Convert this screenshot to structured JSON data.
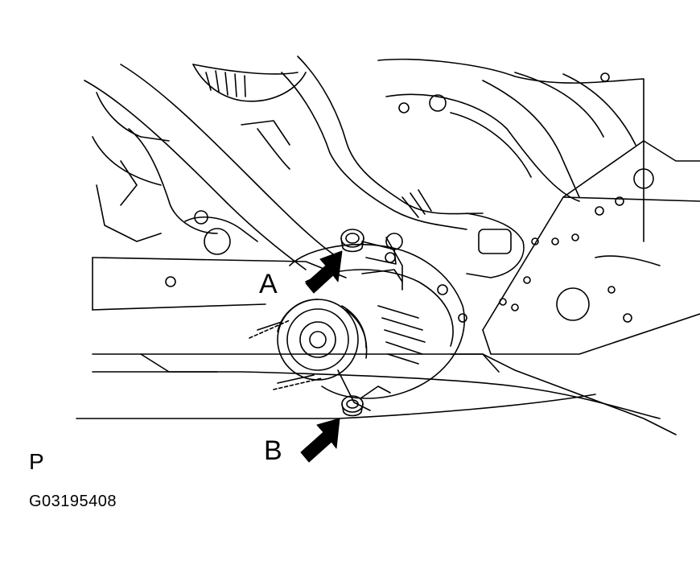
{
  "labels": {
    "callout_a": "A",
    "callout_b": "B",
    "view": "P",
    "figure_id": "G03195408"
  },
  "colors": {
    "line": "#000000",
    "background": "#ffffff"
  },
  "parts": [
    "engine-block-icon",
    "alternator-icon",
    "pulley-icon",
    "hose-icon",
    "bolt-icon",
    "arrow-icon"
  ]
}
